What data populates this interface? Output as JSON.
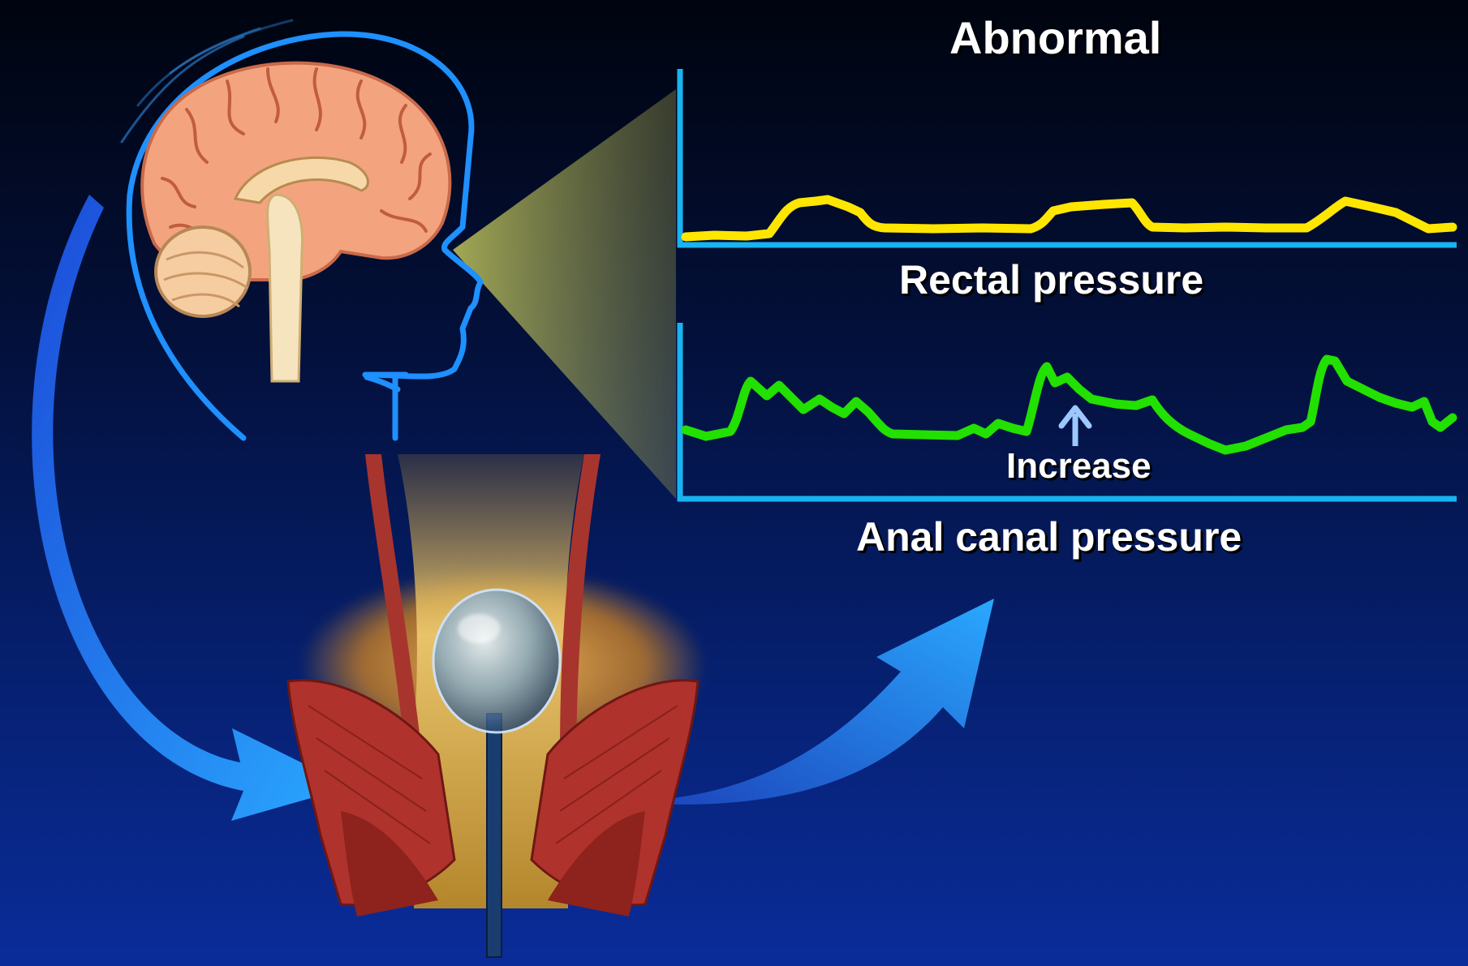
{
  "title": "Abnormal",
  "traces": [
    {
      "label": "Rectal pressure",
      "color": "#ffe600"
    },
    {
      "label": "Anal canal pressure",
      "color": "#22e000"
    }
  ],
  "annotation": {
    "text": "Increase"
  },
  "colors": {
    "axis": "#19b4f0",
    "outline": "#1e90ff",
    "arrow": "#1e8cff",
    "brain": "#f4a882",
    "muscle": "#b0322c",
    "balloon": "#7fa6c8",
    "cone": "#c8cc5a"
  },
  "icons": [
    "brain-illustration",
    "head-outline",
    "anorectal-anatomy",
    "balloon-catheter",
    "curved-arrow",
    "up-arrow-icon"
  ]
}
